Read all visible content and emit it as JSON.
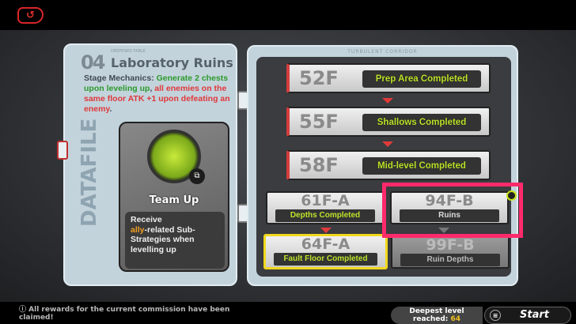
{
  "nav": {
    "back_icon": "back-arrow-icon"
  },
  "datafile": {
    "number": "04",
    "subtitle": "DEEPENED FABLE",
    "title": "Laboratory Ruins",
    "mechanics_label": "Stage Mechanics: ",
    "mechanics_green": "Generate 2 chests upon leveling up",
    "mechanics_sep": ", ",
    "mechanics_red": "all enemies on the same floor ATK +1 upon defeating an enemy",
    "mechanics_end": ".",
    "watermark": "DATAFILE",
    "strategy": {
      "name": "Team Up",
      "desc_1": "Receive",
      "desc_hl": "ally",
      "desc_2": "-related Sub-Strategies when levelling up"
    }
  },
  "corridor": {
    "header": "TURBULENT CORRIDOR",
    "rows": [
      {
        "floor": "52F",
        "label": "Prep Area Completed"
      },
      {
        "floor": "55F",
        "label": "Shallows Completed"
      },
      {
        "floor": "58F",
        "label": "Mid-level Completed"
      }
    ],
    "branches": [
      {
        "floor": "61F-A",
        "label": "Depths Completed"
      },
      {
        "floor": "94F-B",
        "label": "Ruins"
      },
      {
        "floor": "64F-A",
        "label": "Fault Floor Completed"
      },
      {
        "floor": "99F-B",
        "label": "Ruin Depths"
      }
    ]
  },
  "footer": {
    "message": "All rewards for the current commission have been claimed!",
    "deepest_label": "Deepest level reached: ",
    "deepest_value": "64",
    "start": "Start"
  },
  "colors": {
    "highlight": "#ff2a6b",
    "completed_text": "#bde32a",
    "selected_border": "#f1d81e"
  }
}
